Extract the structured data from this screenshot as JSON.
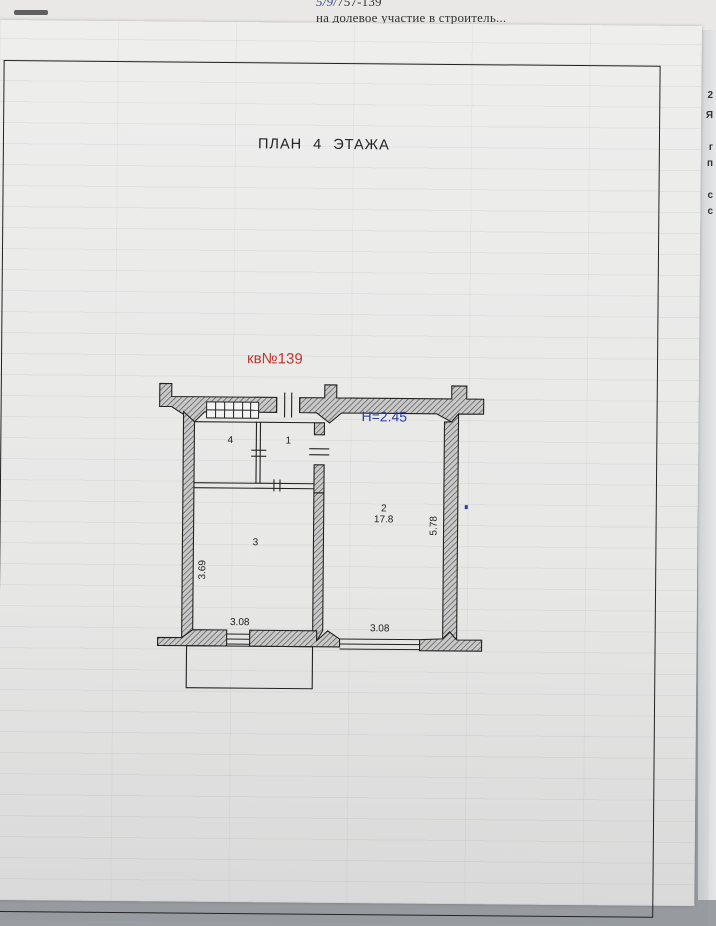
{
  "under_document": {
    "handwritten_number": "5/9/",
    "number_suffix": "757-139",
    "line_text": "на долевое участие в строитель..."
  },
  "plan": {
    "title": "ПЛАН  4  ЭТАЖА",
    "apartment_label": "кв№139",
    "height_label": "H=2.45",
    "rooms": [
      {
        "id": "1",
        "area": ""
      },
      {
        "id": "2",
        "area": "17.8"
      },
      {
        "id": "3",
        "area": ""
      },
      {
        "id": "4",
        "area": ""
      }
    ],
    "dimensions": {
      "left_height": "3.69",
      "right_height": "5.78",
      "window_left_width": "3.08",
      "window_right_width": "3.08"
    }
  },
  "colors": {
    "apartment_label": "#c0362c",
    "height_label": "#2a3f9a",
    "walls_hatch": "#555"
  }
}
